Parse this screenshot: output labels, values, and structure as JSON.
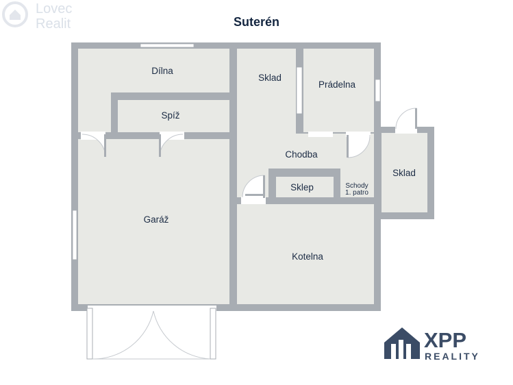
{
  "title": "Suterén",
  "rooms": {
    "dilna": "Dílna",
    "spiz": "Spíž",
    "garaz": "Garáž",
    "sklad_inner": "Sklad",
    "pradelna": "Prádelna",
    "chodba": "Chodba",
    "sklep": "Sklep",
    "schody_line1": "Schody",
    "schody_line2": "1. patro",
    "kotelna": "Kotelna",
    "sklad_outer": "Sklad"
  },
  "watermark": {
    "line1": "Lovec",
    "line2": "Realit"
  },
  "logo": {
    "main": "XPP",
    "sub": "REALITY"
  },
  "colors": {
    "wall": "#a8adb3",
    "floor": "#e8e9e5",
    "text": "#1b2b44",
    "logo": "#3b4c66"
  }
}
